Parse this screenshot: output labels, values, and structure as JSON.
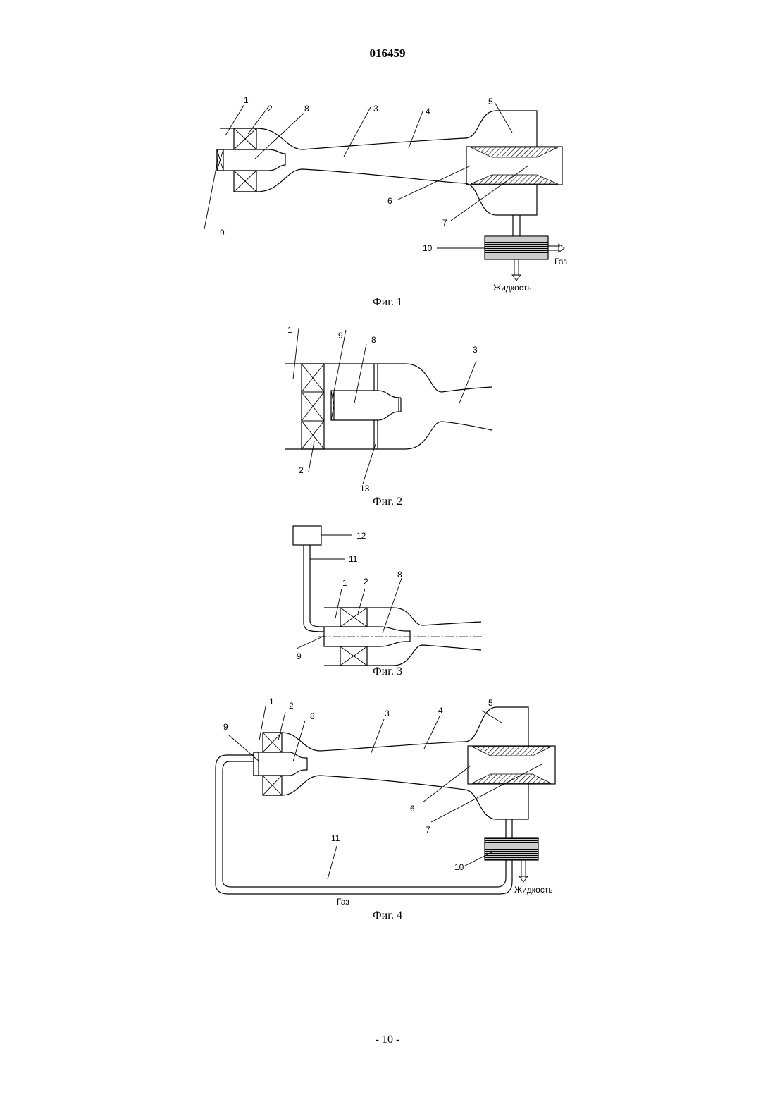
{
  "header": {
    "doc_number": "016459"
  },
  "footer": {
    "page": "- 10 -"
  },
  "fig1": {
    "caption": "Фиг. 1",
    "labels": [
      "1",
      "2",
      "8",
      "3",
      "4",
      "5",
      "6",
      "7",
      "9",
      "10"
    ],
    "gas": "Газ",
    "liquid": "Жидкость"
  },
  "fig2": {
    "caption": "Фиг. 2",
    "labels": [
      "1",
      "9",
      "8",
      "3",
      "2",
      "13"
    ]
  },
  "fig3": {
    "caption": "Фиг. 3",
    "labels": [
      "12",
      "11",
      "8",
      "1",
      "2",
      "9"
    ]
  },
  "fig4": {
    "caption": "Фиг. 4",
    "labels": [
      "1",
      "2",
      "8",
      "3",
      "4",
      "5",
      "9",
      "6",
      "7",
      "11",
      "10"
    ],
    "gas": "Газ",
    "liquid": "Жидкость"
  }
}
